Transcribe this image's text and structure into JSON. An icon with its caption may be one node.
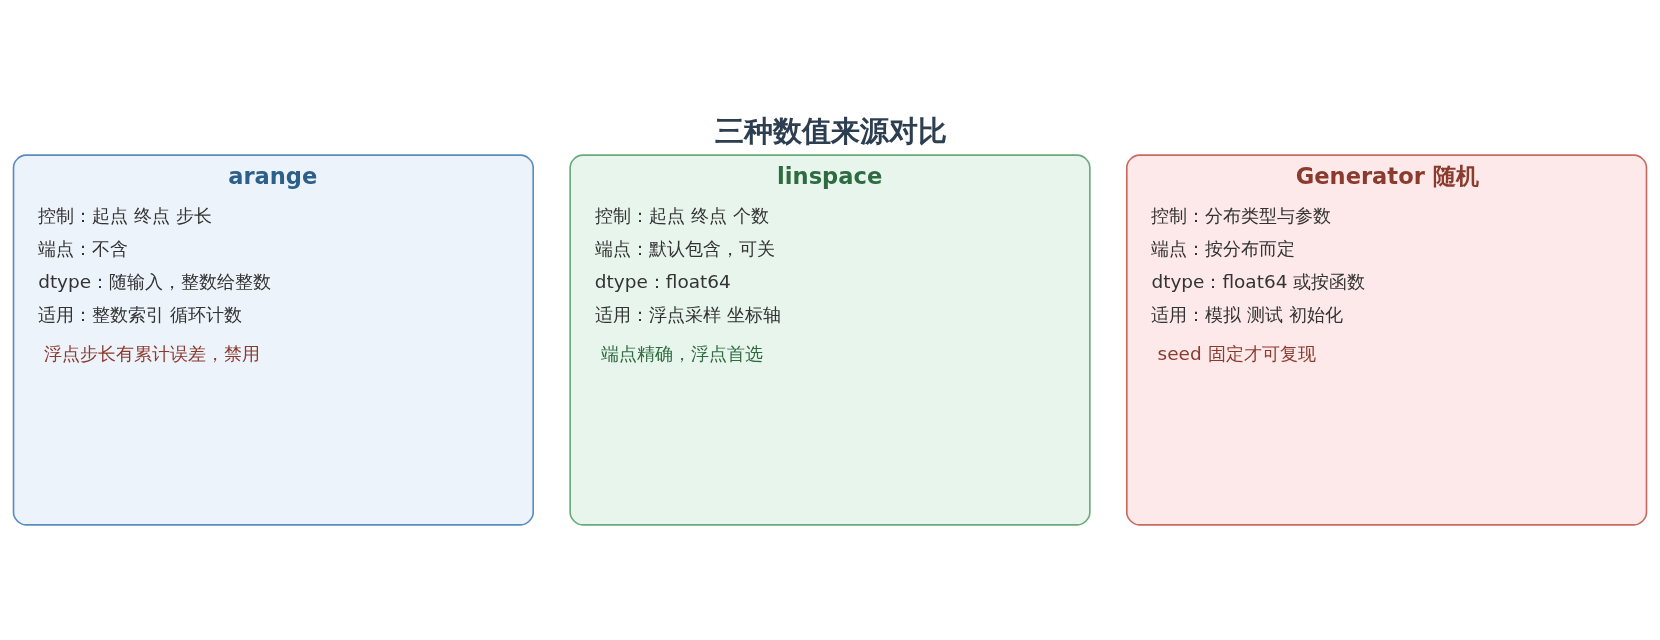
{
  "diagram": {
    "title": "三种数值来源对比",
    "nodes": [
      {
        "text": [
          "arange",
          "控制：起点 终点 步长",
          "端点：不含",
          "dtype：随输入，整数给整数",
          "适用：整数索引 循环计数",
          "浮点步长有累计误差，禁用"
        ]
      },
      {
        "text": [
          "linspace",
          "控制：起点 终点 个数",
          "端点：默认包含，可关",
          "dtype：float64",
          "适用：浮点采样 坐标轴",
          "端点精确，浮点首选"
        ]
      },
      {
        "text": [
          "Generator 随机",
          "控制：分布类型与参数",
          "端点：按分布而定",
          "dtype：float64 或按函数",
          "适用：模拟 测试 初始化",
          "seed 固定才可复现"
        ]
      }
    ],
    "edges": []
  }
}
